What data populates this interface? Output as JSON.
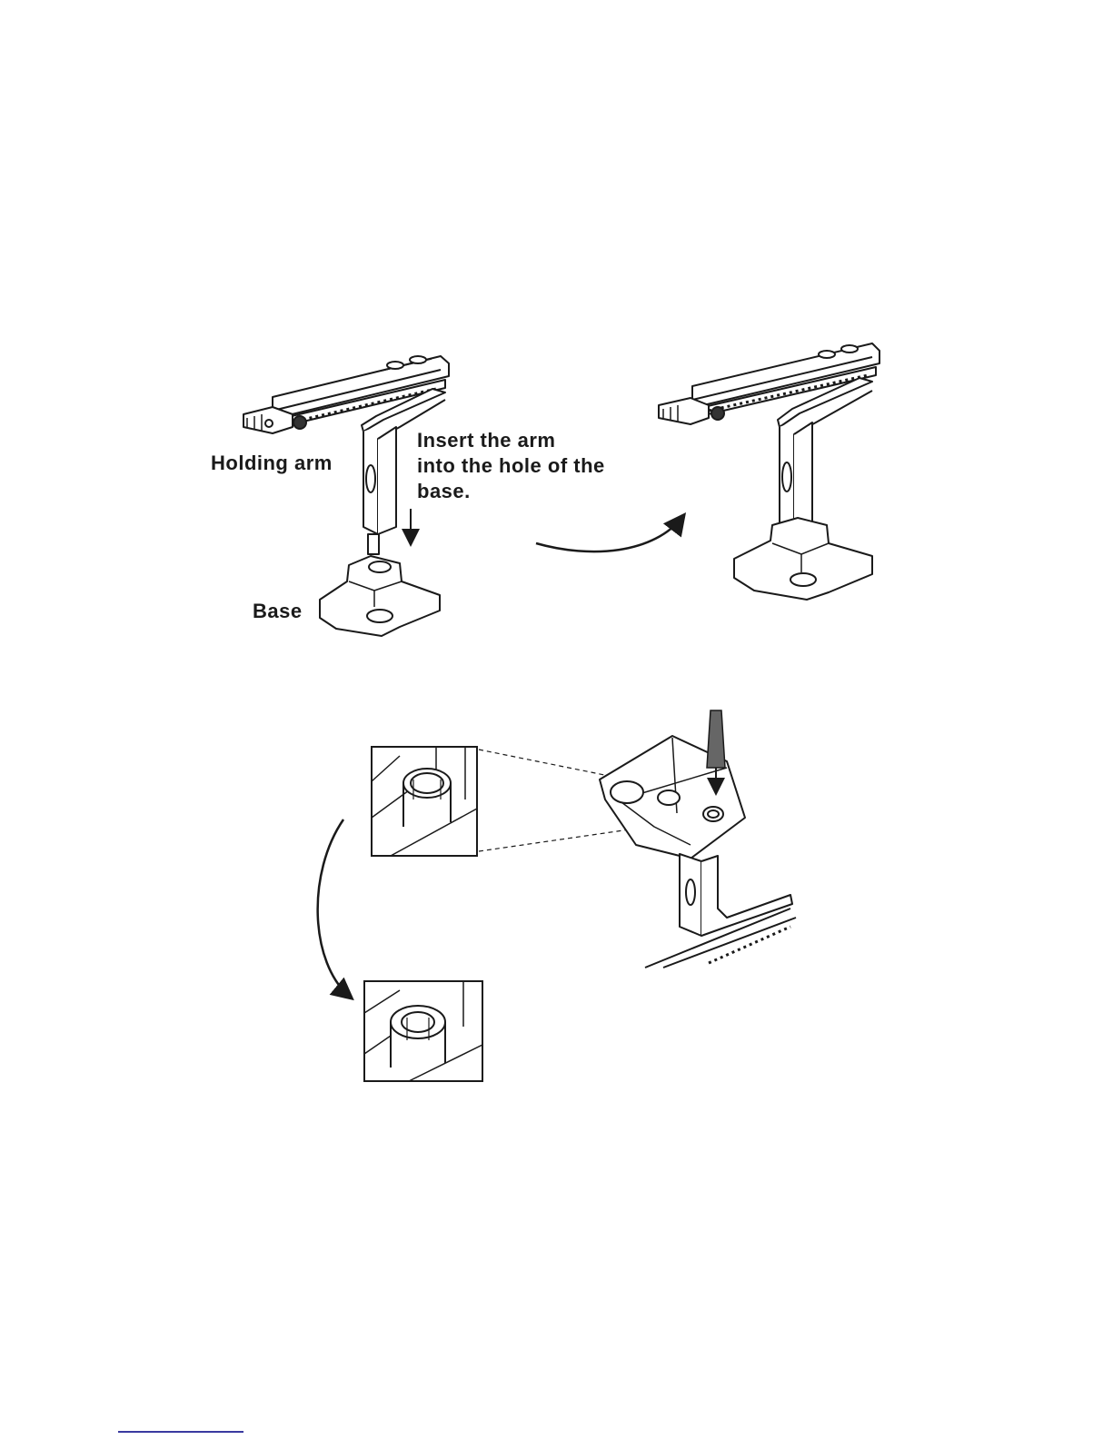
{
  "labels": {
    "holding_arm": "Holding arm",
    "base": "Base",
    "instruction": "Insert the arm\ninto the hole of the\nbase."
  },
  "colors": {
    "ink": "#1a1a1a",
    "paper": "#ffffff",
    "footer_rule": "#3a3aa0"
  }
}
